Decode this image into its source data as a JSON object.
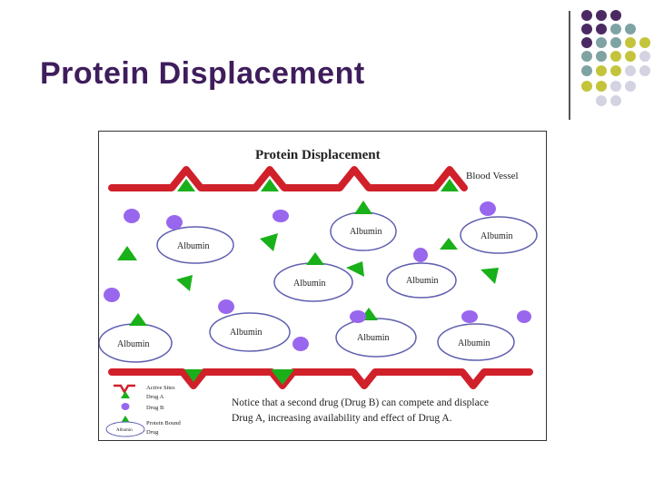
{
  "slide": {
    "title": "Protein Displacement",
    "decor_colors": {
      "purple": "#4b2a63",
      "teal": "#7fa3a3",
      "olive": "#c4c43c",
      "lavender": "#d3d3e2"
    }
  },
  "diagram": {
    "title": "Protein Displacement",
    "vessel_label": "Blood Vessel",
    "albumin_label": "Albumin",
    "legend": {
      "active_sites": "Active Sites",
      "drug_a": "Drug A",
      "drug_b": "Drug B",
      "protein_bound_line1": "Protein Bound",
      "protein_bound_line2": "Drug",
      "albumin_small": "Albumin"
    },
    "notice_line1": "Notice that a second drug (Drug B) can compete and displace",
    "notice_line2": "Drug A, increasing availability and effect of Drug A.",
    "colors": {
      "vessel": "#d0202a",
      "drug_a": "#19b01a",
      "drug_b": "#9966ee",
      "albumin_outline": "#6060b0"
    }
  }
}
